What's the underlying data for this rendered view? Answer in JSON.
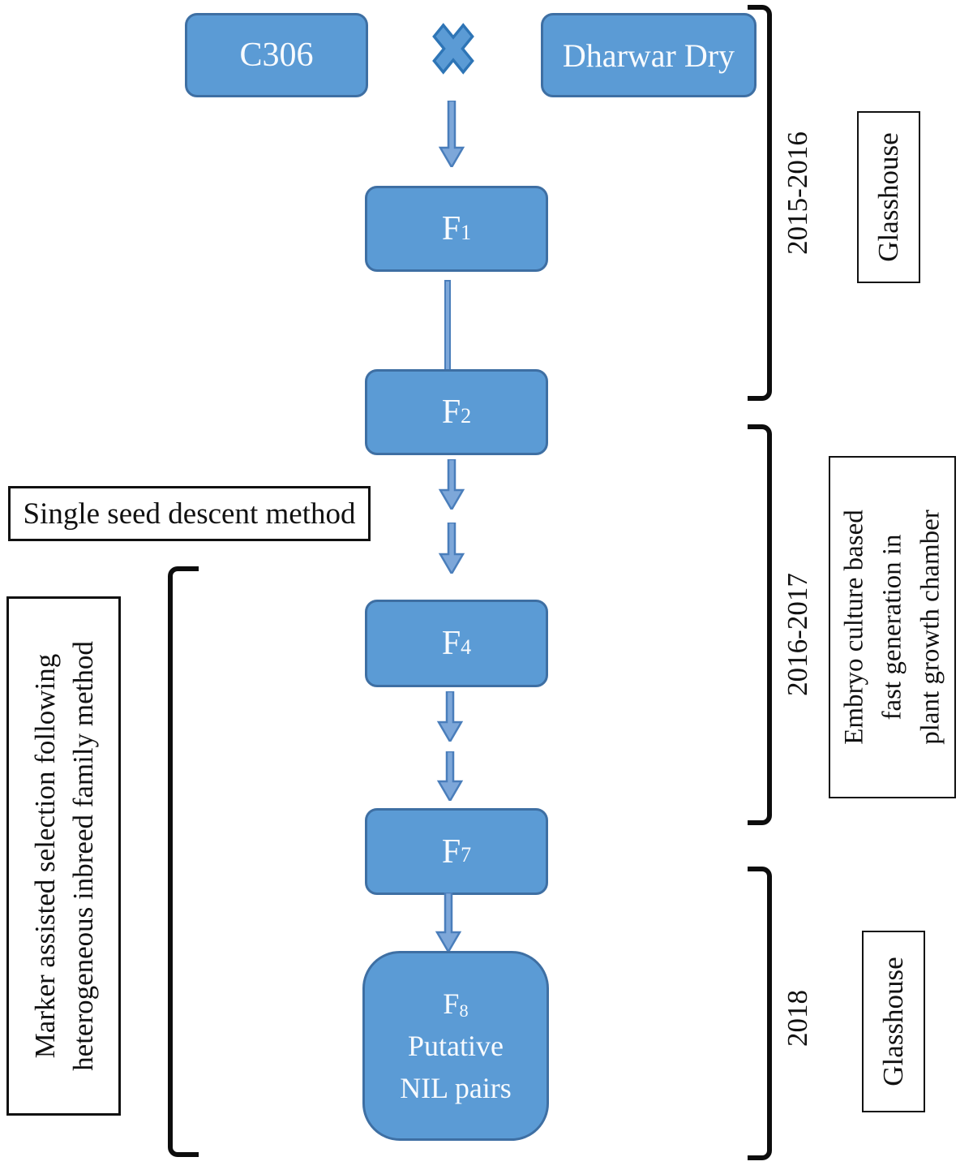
{
  "parents": [
    {
      "label": "C306"
    },
    {
      "label": "Dharwar Dry"
    }
  ],
  "generations": [
    {
      "label": "F",
      "sub": "1"
    },
    {
      "label": "F",
      "sub": "2"
    },
    {
      "label": "F",
      "sub": "4"
    },
    {
      "label": "F",
      "sub": "7"
    }
  ],
  "final_box": {
    "label": "F",
    "sub": "8",
    "line2": "Putative",
    "line3": "NIL pairs"
  },
  "method_labels": {
    "single_seed": "Single seed descent method",
    "marker_line1": "Marker assisted selection following",
    "marker_line2": "heterogeneous inbreed family method"
  },
  "timeline": [
    {
      "years": "2015-2016",
      "location": "Glasshouse"
    },
    {
      "years": "2016-2017",
      "location_line1": "Embryo culture based",
      "location_line2": "fast generation in",
      "location_line3": "plant growth chamber"
    },
    {
      "years": "2018",
      "location": "Glasshouse"
    }
  ],
  "colors": {
    "box_fill": "#5b9bd5",
    "box_border": "#3e6fa3",
    "arrow_fill": "#7da7d9",
    "arrow_border": "#4a7ebb",
    "bracket": "#0d0d0d"
  }
}
